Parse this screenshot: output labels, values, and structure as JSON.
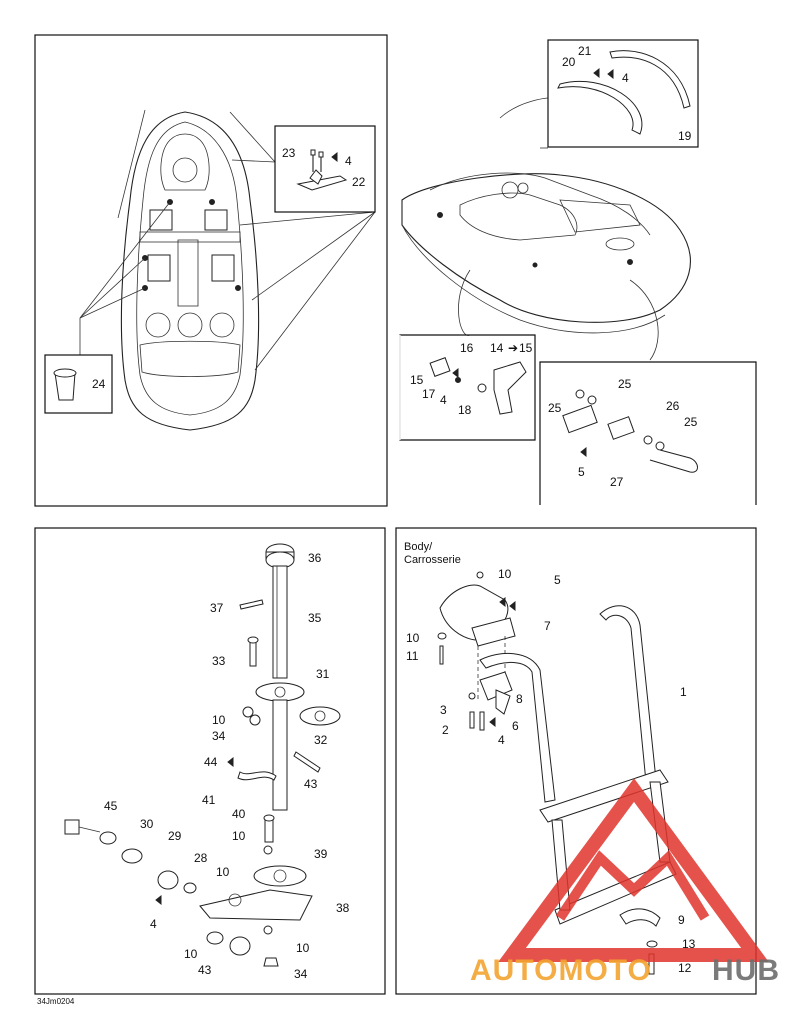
{
  "diagram_code": "34Jm0204",
  "body_caption_line1": "Body/",
  "body_caption_line2": "Carrosserie",
  "watermark": {
    "part1": "AUTOMOTO",
    "part2": "HUB",
    "color_red": "#e0342c",
    "color_orange": "#f3a430",
    "color_gray": "#6d6d6d"
  },
  "panel_top_left": {
    "labels": [
      "23",
      "4",
      "22",
      "24"
    ]
  },
  "panel_top_right": {
    "labels": [
      "21",
      "20",
      "4",
      "19",
      "16",
      "14",
      "15",
      "15",
      "17",
      "4",
      "18",
      "25",
      "25",
      "26",
      "25",
      "5",
      "27"
    ]
  },
  "panel_bottom_left": {
    "labels": [
      "36",
      "37",
      "35",
      "33",
      "31",
      "10",
      "34",
      "32",
      "43",
      "44",
      "41",
      "40",
      "45",
      "30",
      "29",
      "10",
      "28",
      "10",
      "39",
      "4",
      "38",
      "10",
      "43",
      "10",
      "34"
    ]
  },
  "panel_bottom_right": {
    "labels": [
      "10",
      "5",
      "7",
      "10",
      "11",
      "8",
      "1",
      "3",
      "6",
      "2",
      "4",
      "9",
      "13",
      "12"
    ]
  }
}
